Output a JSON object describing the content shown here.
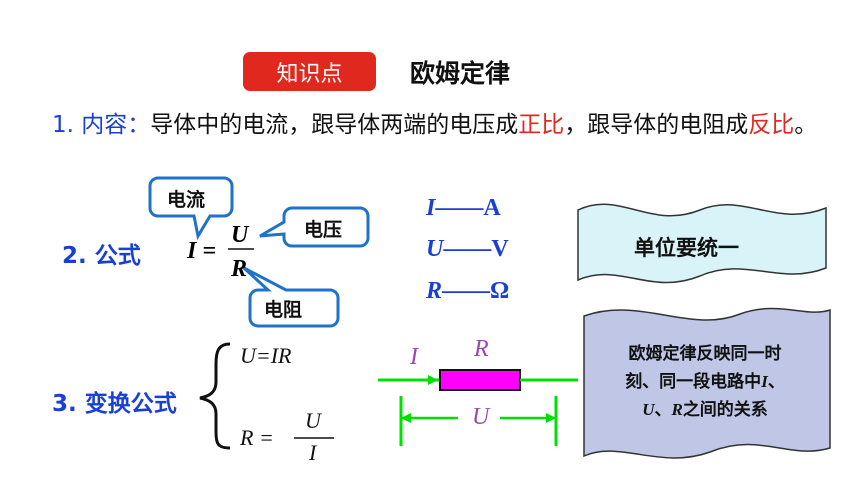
{
  "header": {
    "badge": "知识点",
    "title": "欧姆定律"
  },
  "content": {
    "label": "1. 内容：",
    "text_a": "导体中的电流，跟导体两端的电压成",
    "highlight_a": "正比",
    "text_b": "，跟导体的电阻成",
    "highlight_b": "反比",
    "text_c": "。"
  },
  "formula": {
    "label": "2. 公式",
    "lhs": "I =",
    "numerator": "U",
    "denominator": "R",
    "callout_current": "电流",
    "callout_voltage": "电压",
    "callout_resistance": "电阻"
  },
  "units": [
    {
      "symbol": "I",
      "dash": "——",
      "unit": "A"
    },
    {
      "symbol": "U",
      "dash": "——",
      "unit": "V"
    },
    {
      "symbol": "R",
      "dash": "——",
      "unit": "Ω"
    }
  ],
  "note_unify": "单位要统一",
  "transform": {
    "label": "3. 变换公式",
    "eq1": "U=IR",
    "eq2_lhs": "R =",
    "eq2_num": "U",
    "eq2_den": "I"
  },
  "circuit": {
    "current": "I",
    "resistor": "R",
    "voltage": "U"
  },
  "note_relation": {
    "line1": "欧姆定律反映同一时",
    "line2_a": "刻、同一段电路中",
    "line2_i": "I",
    "line2_b": "、",
    "line3_u": "U",
    "line3_a": "、",
    "line3_r": "R",
    "line3_b": "之间的关系"
  },
  "colors": {
    "accent_red": "#e0281f",
    "text_blue": "#1a3fd6",
    "callout_border": "#1e73c8",
    "wire_green": "#00e000",
    "resistor_magenta": "#ff00ff",
    "label_purple": "#9b47b3"
  }
}
